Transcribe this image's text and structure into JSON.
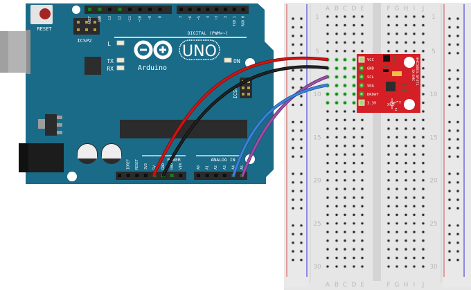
{
  "arduino": {
    "model": "UNO",
    "brand": "Arduino",
    "reset_label": "RESET",
    "icsp2_label": "ICSP2",
    "icsp_label": "ICSP",
    "led_labels": [
      "L",
      "TX",
      "RX"
    ],
    "on_label": "ON",
    "digital_header_label": "DIGITAL (PWM=~)",
    "digital_pins_left": [
      "AREF",
      "GND",
      "13",
      "12",
      "~11",
      "~10",
      "~9",
      "8"
    ],
    "digital_pins_right": [
      "7",
      "~6",
      "~5",
      "4",
      "~3",
      "2",
      "TX0 1",
      "RX0 0"
    ],
    "power_header_label": "POWER",
    "power_pins": [
      "IOREF",
      "RESET",
      "3V3",
      "5V",
      "GND",
      "GND",
      "VIN"
    ],
    "analog_header_label": "ANALOG IN",
    "analog_pins": [
      "A0",
      "A1",
      "A2",
      "A3",
      "A4",
      "A5"
    ],
    "colors": {
      "board": "#1a6b88",
      "header": "#2b2b2b"
    }
  },
  "breadboard": {
    "columns_left": [
      "A",
      "B",
      "C",
      "D",
      "E"
    ],
    "columns_right": [
      "F",
      "G",
      "H",
      "I",
      "J"
    ],
    "row_labels": [
      "1",
      "5",
      "10",
      "15",
      "20",
      "25",
      "30"
    ],
    "rows": 30,
    "colors": {
      "rail_red": "#d96a6a",
      "rail_blue": "#4b4bd6",
      "body": "#e4e4e4"
    }
  },
  "module": {
    "name": "HMC5883L GY-271",
    "sub_label": "3X EMC",
    "pins": [
      "VCC",
      "GND",
      "SCL",
      "SDA",
      "DRDAY",
      "3.3V"
    ],
    "axis_labels": [
      "X",
      "Y",
      "Z"
    ],
    "color": "#d41f26"
  },
  "wires": [
    {
      "name": "5V to VCC",
      "from": "5V",
      "to": "VCC",
      "color": "#d01414"
    },
    {
      "name": "GND to GND",
      "from": "GND",
      "to": "GND",
      "color": "#222222"
    },
    {
      "name": "A5 to SCL",
      "from": "A5",
      "to": "SCL",
      "color": "#9b4fa8"
    },
    {
      "name": "A4 to SDA",
      "from": "A4",
      "to": "SDA",
      "color": "#3b82d6"
    }
  ]
}
